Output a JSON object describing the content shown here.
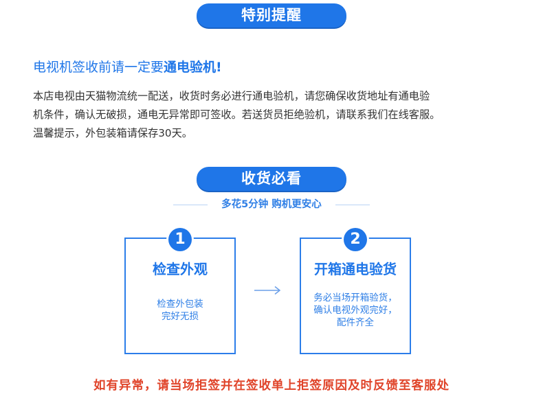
{
  "reminder": {
    "title": "特别提醒",
    "headline_normal": "电视机签收前请一定要",
    "headline_strong": "通电验机!",
    "body_lines": [
      "本店电视由天猫物流统一配送，收货时务必进行通电验机，请您确保收货地址有通电验",
      "机条件，确认无破损，通电无异常即可签收。若送货员拒绝验机，请联系我们在线客服。",
      "温馨提示，外包装箱请保存30天。"
    ]
  },
  "receipt": {
    "title": "收货必看",
    "subtitle": "多花5分钟 购机更安心",
    "steps": [
      {
        "number": "1",
        "title": "检查外观",
        "desc": [
          "检查外包装",
          "完好无损"
        ]
      },
      {
        "number": "2",
        "title": "开箱通电验货",
        "desc": [
          "务必当场开箱验货，",
          "确认电视外观完好，",
          "配件齐全"
        ]
      }
    ],
    "arrow_icon": "arrow-right-icon"
  },
  "footer_note": "如有异常，请当场拒签并在签收单上拒签原因及时反馈至客服处",
  "colors": {
    "primary": "#1f76e8",
    "warning": "#e0442a",
    "text": "#333333"
  }
}
